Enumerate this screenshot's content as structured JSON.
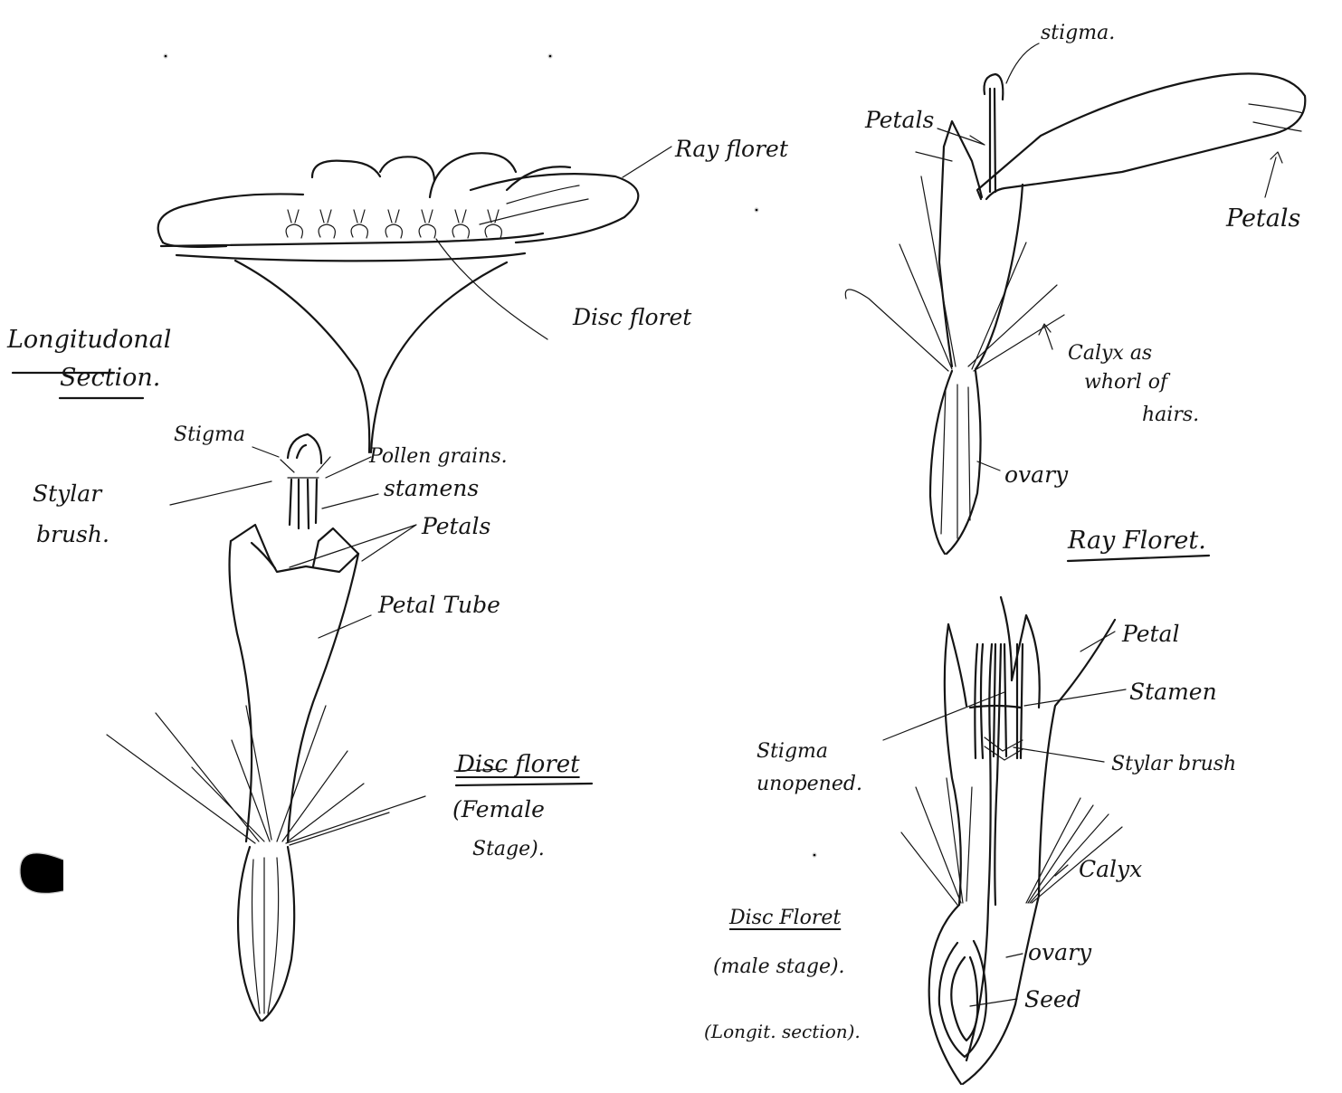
{
  "labels": {
    "ray_floret_top": "Ray floret",
    "disc_floret_top": "Disc floret",
    "longitudinal": "Longitudonal",
    "section": "Section.",
    "stigma_a": "Stigma",
    "pollen_grains": "Pollen grains.",
    "stylar_brush_a_1": "Stylar",
    "stylar_brush_a_2": "brush.",
    "stamens": "stamens",
    "petals_a": "Petals",
    "petal_tube": "Petal Tube",
    "disc_floret_female_1": "Disc floret",
    "disc_floret_female_2": "(Female",
    "disc_floret_female_3": "Stage).",
    "stigma_b": "stigma.",
    "petals_b1": "Petals",
    "petals_b2": "Petals",
    "calyx_hairs_1": "Calyx as",
    "calyx_hairs_2": "whorl of",
    "calyx_hairs_3": "hairs.",
    "ovary_b": "ovary",
    "ray_floret_title": "Ray Floret.",
    "petal_c": "Petal",
    "stamen_c": "Stamen",
    "stigma_c_1": "Stigma",
    "stigma_c_2": "unopened.",
    "stylar_brush_c": "Stylar brush",
    "calyx_c": "Calyx",
    "disc_male_1": "Disc Floret",
    "disc_male_2": "(male stage).",
    "disc_male_3": "(Longit. section).",
    "ovary_c": "ovary",
    "seed_c": "Seed"
  }
}
